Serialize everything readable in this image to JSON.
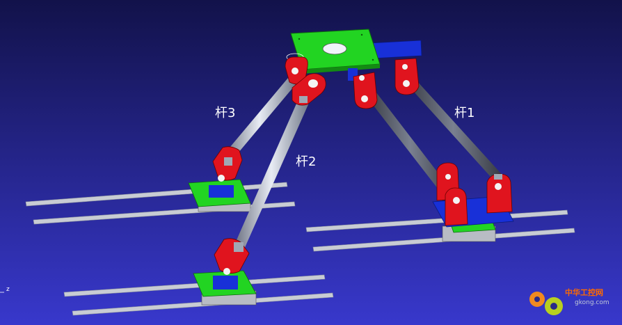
{
  "labels": {
    "rod1": "杆1",
    "rod2": "杆2",
    "rod3": "杆3"
  },
  "axis": {
    "z": "z"
  },
  "watermark": {
    "name": "中华工控网",
    "url": "gkong.com"
  },
  "colors": {
    "background_top": "#14144a",
    "background_bottom": "#3636c8",
    "platform": "#22d422",
    "joint": "#e0141e",
    "mount": "#1830d8",
    "rod": "#b8c0d0",
    "rail": "#c8ccd4"
  }
}
